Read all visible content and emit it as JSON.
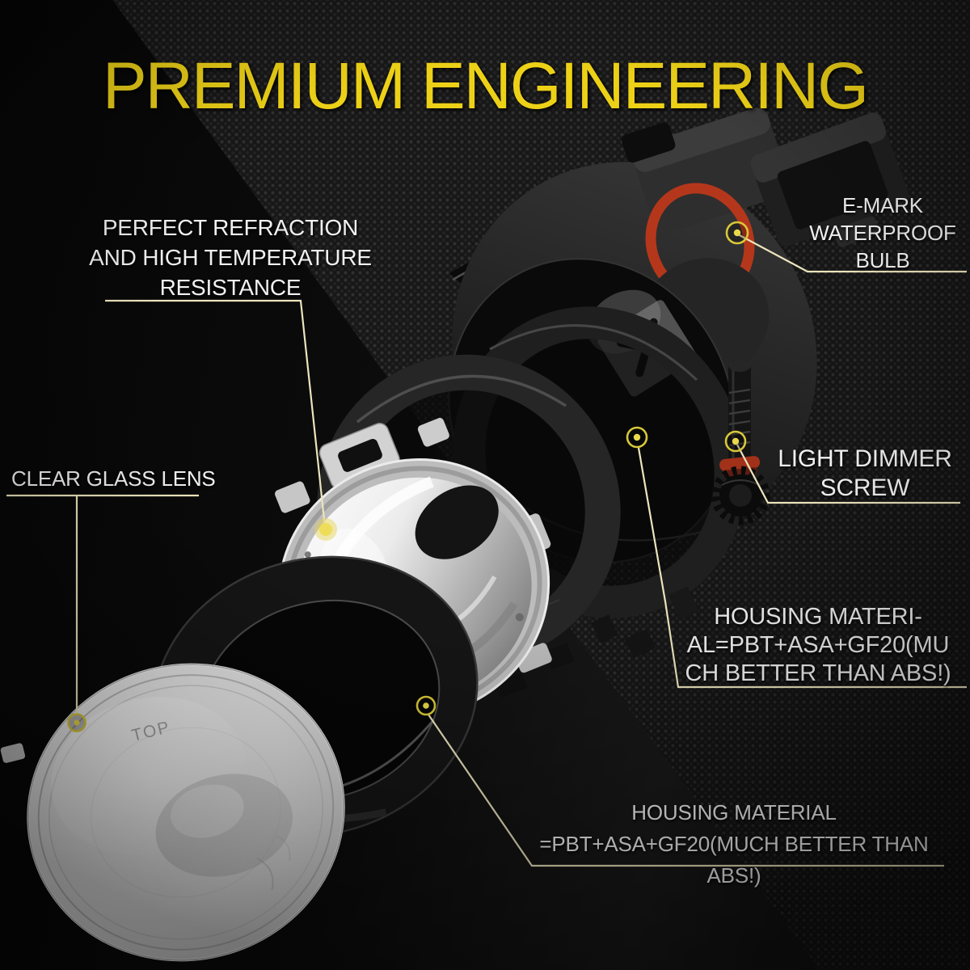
{
  "page": {
    "title": "PREMIUM ENGINEERING"
  },
  "colors": {
    "title_yellow": "#edd117",
    "label_white": "#f1f1f1",
    "leader_line_cream": "#ece4bd",
    "marker_yellow": "#e8d84a",
    "o_ring_red": "#b5371b",
    "background_black": "#0c0c0c",
    "chrome_silver": "#d9d9d9"
  },
  "callouts": {
    "perfect_refraction": {
      "text": "PERFECT REFRACTION\nAND HIGH TEMPERATURE\nRESISTANCE",
      "target_part": "chrome-reflector"
    },
    "e_mark_bulb": {
      "text": "E-MARK\nWATERPROOF\nBULB",
      "target_part": "bulb-o-ring-seal"
    },
    "clear_glass_lens": {
      "text": "CLEAR GLASS LENS",
      "target_part": "clear-glass-lens"
    },
    "light_dimmer_screw": {
      "text": "LIGHT DIMMER\nSCREW",
      "target_part": "light-dimmer-screw"
    },
    "housing_material_right": {
      "text": "HOUSING MATERI-\nAL=PBT+ASA+GF20(MU\nCH BETTER THAN ABS!)",
      "target_part": "housing-shell"
    },
    "housing_material_bottom": {
      "text": "HOUSING MATERIAL\n=PBT+ASA+GF20(MUCH BETTER THAN ABS!)",
      "target_part": "bezel-ring"
    }
  },
  "lens": {
    "marking": "TOP"
  },
  "parts": [
    "main-housing",
    "bulb-connector",
    "bulb-o-ring-seal",
    "housing-shell-outer",
    "housing-shell-inner",
    "chrome-reflector",
    "bezel-ring",
    "clear-glass-lens",
    "light-dimmer-screw"
  ]
}
